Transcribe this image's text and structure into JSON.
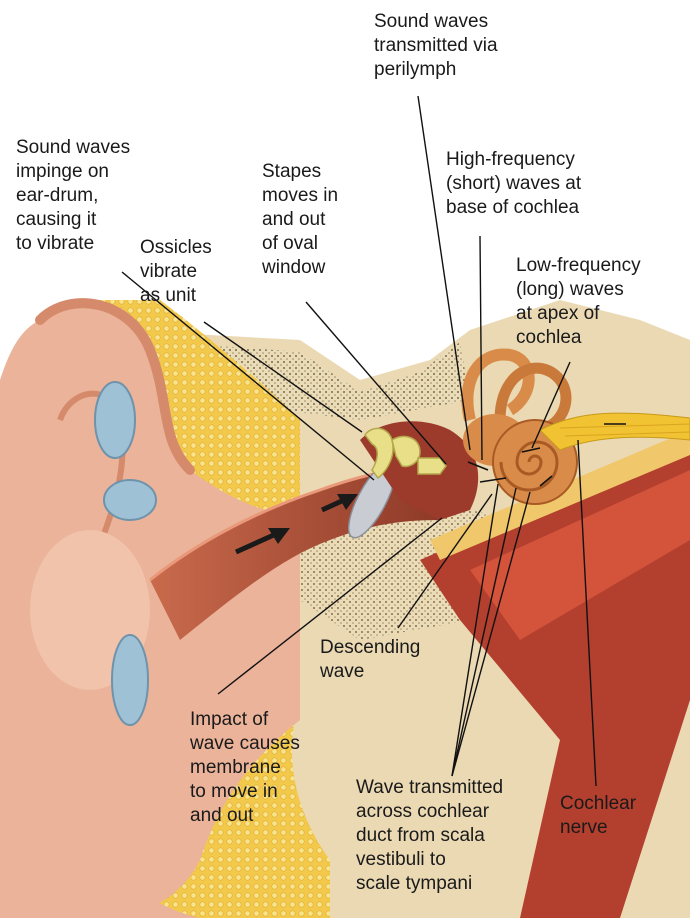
{
  "labels": {
    "perilymph": [
      "Sound waves",
      "transmitted via",
      "perilymph"
    ],
    "high_freq": [
      "High-frequency",
      "(short) waves at",
      "base of cochlea"
    ],
    "eardrum": [
      "Sound waves",
      "impinge on",
      "ear-drum,",
      "causing it",
      "to vibrate"
    ],
    "stapes": [
      "Stapes",
      "moves in",
      "and out",
      "of oval",
      "window"
    ],
    "ossicles": [
      "Ossicles",
      "vibrate",
      "as unit"
    ],
    "low_freq": [
      "Low-frequency",
      "(long) waves",
      "at apex of",
      "cochlea"
    ],
    "descending": [
      "Descending",
      "wave"
    ],
    "impact": [
      "Impact of",
      "wave causes",
      "membrane",
      "to move in",
      "and out"
    ],
    "transmitted": [
      "Wave transmitted",
      "across cochlear",
      "duct from scala",
      "vestibuli to",
      "scale tympani"
    ],
    "cochlear_nerve": [
      "Cochlear",
      "nerve"
    ]
  },
  "colors": {
    "skin": "#eab39a",
    "skin_dark": "#d58a6c",
    "cartilage": "#f4d25a",
    "bone": "#ede2c4",
    "canal": "#b6553d",
    "muscle": "#c0392b",
    "cochlea": "#d98c4a",
    "ossicle": "#e8df88",
    "nerve": "#f1c232",
    "leader": "#111111"
  }
}
